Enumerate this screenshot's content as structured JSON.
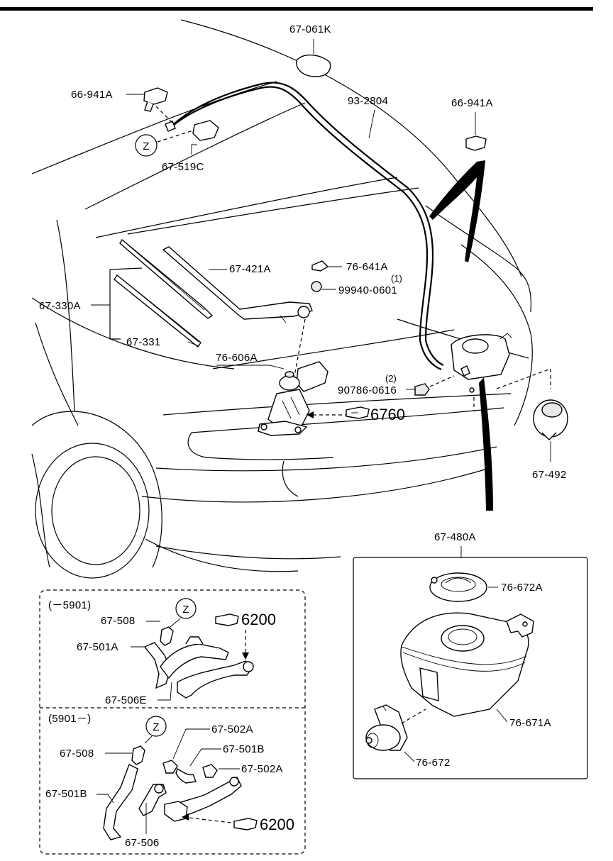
{
  "labels": {
    "p67_061K": "67-061K",
    "p66_941A_left": "66-941A",
    "p93_2804": "93-2804",
    "p66_941A_right": "66-941A",
    "z_top": "Z",
    "p67_519C": "67-519C",
    "p67_421A": "67-421A",
    "p76_641A": "76-641A",
    "p99940_0601": "99940-0601",
    "q1": "(1)",
    "p67_330A": "67-330A",
    "p67_331": "67-331",
    "p76_606A": "76-606A",
    "p90786_0616": "90786-0616",
    "q2": "(2)",
    "ref_6760": "6760",
    "p67_492": "67-492",
    "p67_480A": "67-480A",
    "p76_672A": "76-672A",
    "p76_671A": "76-671A",
    "p76_672": "76-672"
  },
  "inset_upper": {
    "range": "(－5901)",
    "z": "Z",
    "p67_508": "67-508",
    "p67_501A": "67-501A",
    "p67_506E": "67-506E",
    "ref_6200": "6200"
  },
  "inset_lower": {
    "range": "(5901－)",
    "z": "Z",
    "p67_502A_a": "67-502A",
    "p67_501B_a": "67-501B",
    "p67_508": "67-508",
    "p67_502A_b": "67-502A",
    "p67_501B_b": "67-501B",
    "p67_506": "67-506",
    "ref_6200": "6200"
  }
}
